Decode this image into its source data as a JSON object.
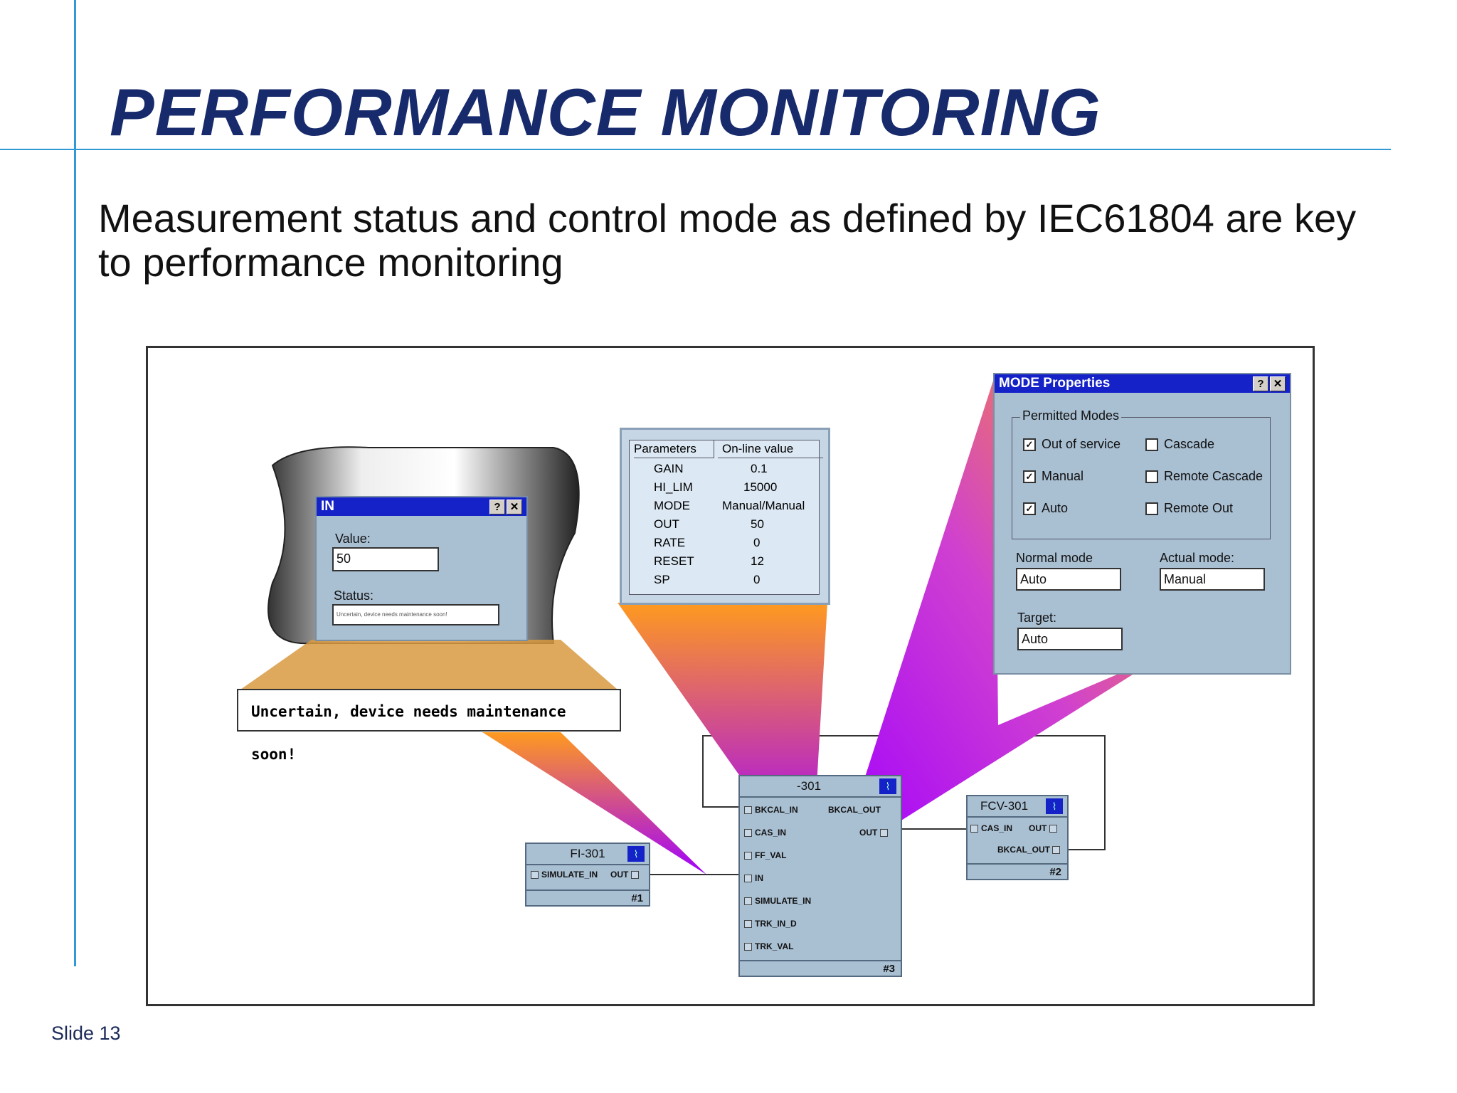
{
  "slide": {
    "title": "PERFORMANCE MONITORING",
    "subtitle": "Measurement status and control mode as defined by IEC61804 are key to performance monitoring",
    "slide_number": "Slide 13"
  },
  "in_window": {
    "title": "IN",
    "help_btn": "?",
    "close_btn": "✕",
    "value_label": "Value:",
    "value": "50",
    "status_label": "Status:",
    "status_value": "Uncertain, device needs maintenance soon!"
  },
  "callout": "Uncertain, device needs maintenance soon!",
  "parameters": {
    "col_headers": [
      "Parameters",
      "On-line value"
    ],
    "rows": [
      {
        "name": "GAIN",
        "value": "0.1"
      },
      {
        "name": "HI_LIM",
        "value": "15000"
      },
      {
        "name": "MODE",
        "value": "Manual/Manual"
      },
      {
        "name": "OUT",
        "value": "50"
      },
      {
        "name": "RATE",
        "value": "0"
      },
      {
        "name": "RESET",
        "value": "12"
      },
      {
        "name": "SP",
        "value": "0"
      }
    ]
  },
  "mode_window": {
    "title": "MODE Properties",
    "help_btn": "?",
    "close_btn": "✕",
    "group_label": "Permitted Modes",
    "checkboxes": [
      {
        "label": "Out of service",
        "checked": "✓"
      },
      {
        "label": "Manual",
        "checked": "✓"
      },
      {
        "label": "Auto",
        "checked": "✓"
      },
      {
        "label": "Cascade",
        "checked": ""
      },
      {
        "label": "Remote Cascade",
        "checked": ""
      },
      {
        "label": "Remote Out",
        "checked": ""
      }
    ],
    "normal_mode_label": "Normal mode",
    "normal_mode": "Auto",
    "actual_mode_label": "Actual mode:",
    "actual_mode": "Manual",
    "target_label": "Target:",
    "target": "Auto"
  },
  "blocks": {
    "fi301": {
      "name": "FI-301",
      "ports": [
        "SIMULATE_IN",
        "OUT"
      ],
      "num": "#1"
    },
    "pid": {
      "name": "-301",
      "ports": [
        "BKCAL_IN",
        "BKCAL_OUT",
        "CAS_IN",
        "OUT",
        "FF_VAL",
        "IN",
        "SIMULATE_IN",
        "TRK_IN_D",
        "TRK_VAL"
      ],
      "num": "#3"
    },
    "fcv301": {
      "name": "FCV-301",
      "ports": [
        "CAS_IN",
        "OUT",
        "BKCAL_OUT"
      ],
      "num": "#2"
    }
  },
  "icons": {
    "trend": "trend-icon"
  },
  "colors": {
    "title": "#172a6b",
    "rule": "#2f9ad6",
    "titlebar": "#1422c8",
    "window": "#a9bfd2"
  }
}
